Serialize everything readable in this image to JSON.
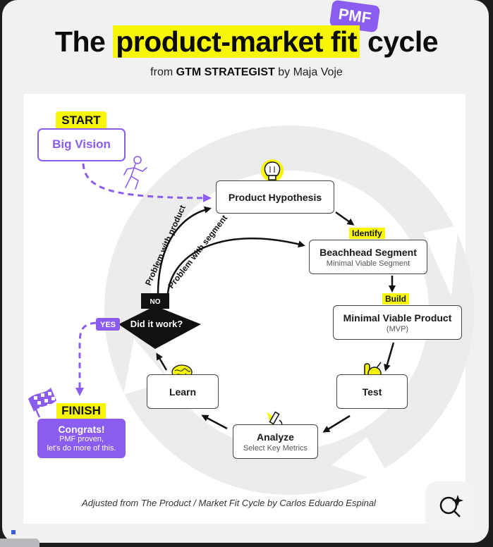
{
  "header": {
    "title_prefix": "The",
    "title_highlight": "product-market fit",
    "title_suffix": "cycle",
    "badge": "PMF",
    "subtitle_from": "from",
    "subtitle_brand": "GTM STRATEGIST",
    "subtitle_by": "by Maja Voje"
  },
  "colors": {
    "accent_purple": "#8a5cf0",
    "highlight_yellow": "#f6f50a",
    "ink": "#111111",
    "ring_grey": "#ececec"
  },
  "start": {
    "tag": "START",
    "label": "Big Vision",
    "icon": "running-person-icon"
  },
  "cycle": {
    "nodes": [
      {
        "id": "hypothesis",
        "label": "Product Hypothesis",
        "sub": "",
        "icon": "lightbulb-icon",
        "tag": ""
      },
      {
        "id": "segment",
        "label": "Beachhead Segment",
        "sub": "Minimal Viable Segment",
        "icon": "",
        "tag": "Identify"
      },
      {
        "id": "mvp",
        "label": "Minimal Viable Product",
        "sub": "(MVP)",
        "icon": "",
        "tag": "Build"
      },
      {
        "id": "test",
        "label": "Test",
        "sub": "",
        "icon": "flask-icon",
        "tag": ""
      },
      {
        "id": "analyze",
        "label": "Analyze",
        "sub": "Select Key Metrics",
        "icon": "microscope-icon",
        "tag": ""
      },
      {
        "id": "learn",
        "label": "Learn",
        "sub": "",
        "icon": "brain-icon",
        "tag": ""
      }
    ],
    "decision": {
      "question": "Did it work?",
      "no_label": "NO",
      "yes_label": "YES",
      "loop_product": "Problem with product",
      "loop_segment": "Problem with segment"
    }
  },
  "finish": {
    "tag": "FINISH",
    "title": "Congrats!",
    "line1": "PMF proven,",
    "line2": "let's do more of this.",
    "icon": "checkered-flag-icon"
  },
  "footer": {
    "credit": "Adjusted from The Product / Market Fit Cycle by Carlos Eduardo Espinal"
  },
  "controls": {
    "visual_search_icon": "lens-sparkle-icon"
  }
}
